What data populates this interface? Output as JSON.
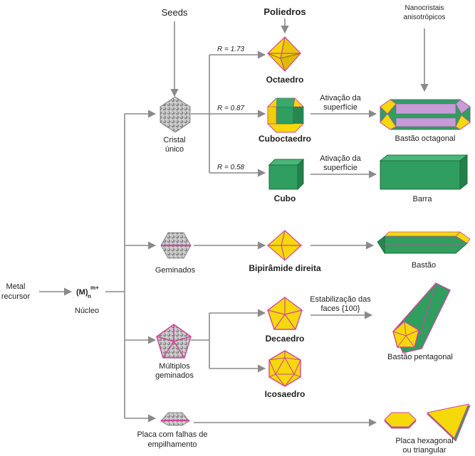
{
  "precursor": {
    "line1": "Metal",
    "line2": "recursor"
  },
  "nucleus": {
    "formula_main": "(M)",
    "formula_sup": "m+",
    "formula_sub": "n",
    "label": "Núcleo"
  },
  "seeds": {
    "label": "Seeds",
    "single": {
      "line1": "Cristal",
      "line2": "único"
    },
    "twinned": {
      "label": "Geminados"
    },
    "multi": {
      "line1": "Múltiplos",
      "line2": "geminados"
    },
    "plate": {
      "line1": "Placa com falhas de",
      "line2": "empilhamento"
    }
  },
  "polyhedra_header": "Poliedros",
  "nanocrystals_header": {
    "line1": "Nanocristais",
    "line2": "anisotrópicos"
  },
  "ratios": {
    "octa": "R = 1.73",
    "cubocta": "R = 0.87",
    "cube": "R = 0.58"
  },
  "shapes": {
    "octahedron": "Octaedro",
    "cuboctahedron": "Cuboctaedro",
    "cube": "Cubo",
    "bipyramid": "Bipirâmide direita",
    "decahedron": "Decaedro",
    "icosahedron": "Icosaedro"
  },
  "activation": {
    "line1": "Ativação da",
    "line2": "superfície"
  },
  "stabilization": {
    "line1": "Estabilização das",
    "line2": "faces {100}"
  },
  "products": {
    "octagonal_rod": "Bastão octagonal",
    "bar": "Barra",
    "rod": "Bastão",
    "pentagonal_rod": "Bastão pentagonal",
    "plate_line1": "Placa hexagonal",
    "plate_line2": "ou triangular"
  },
  "colors": {
    "arrow": "#8a8a8a",
    "yellow": "#f5d90a",
    "green": "#2f9e5f",
    "magenta": "#d0489a",
    "lilac": "#c89ad6",
    "seed_gray": "#9a9a9a"
  }
}
